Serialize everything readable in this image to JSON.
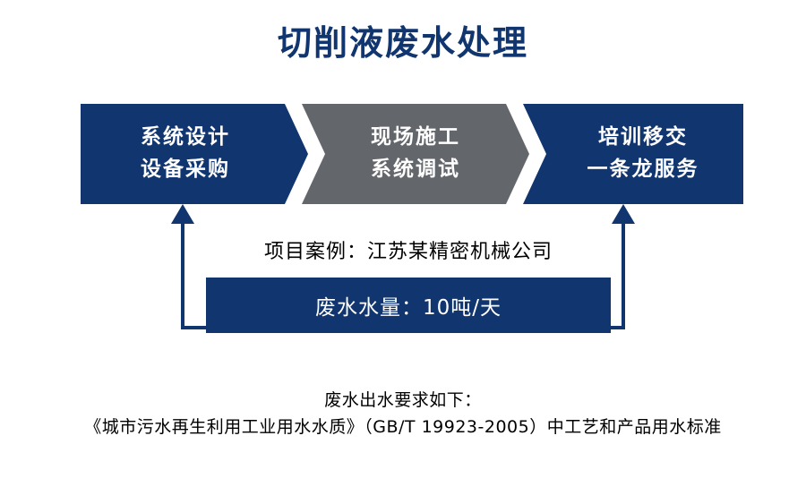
{
  "page": {
    "title": "切削液废水处理",
    "background_color": "#ffffff",
    "accent_navy": "#10356f",
    "accent_gray": "#63666b"
  },
  "process": {
    "steps": [
      {
        "id": "design-procurement",
        "line1": "系统设计",
        "line2": "设备采购",
        "color": "#10356f"
      },
      {
        "id": "construction-commissioning",
        "line1": "现场施工",
        "line2": "系统调试",
        "color": "#63666b"
      },
      {
        "id": "training-handover",
        "line1": "培训移交",
        "line2": "一条龙服务",
        "color": "#10356f"
      }
    ]
  },
  "case": {
    "caption": "项目案例：江苏某精密机械公司",
    "volume_label": "废水水量：10吨/天"
  },
  "footer": {
    "line1": "废水出水要求如下：",
    "line2": "《城市污水再生利用工业用水水质》（GB/T 19923-2005）中工艺和产品用水标准"
  },
  "connectors": {
    "left_arrow_name": "arrow-volume-to-design",
    "right_arrow_name": "arrow-volume-to-training"
  }
}
